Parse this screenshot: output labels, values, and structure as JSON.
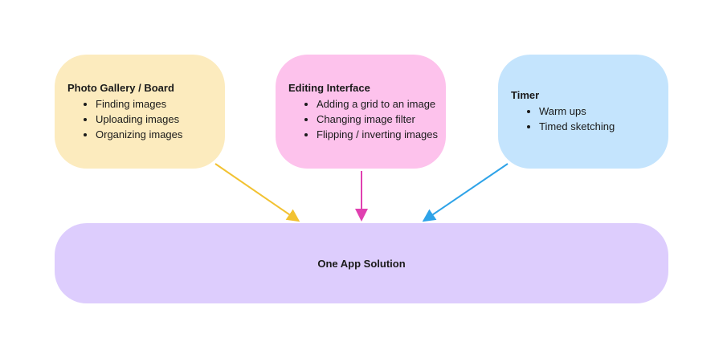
{
  "nodes": [
    {
      "title": "Photo Gallery / Board",
      "items": [
        "Finding images",
        "Uploading images",
        "Organizing images"
      ],
      "color": "#fcebbe"
    },
    {
      "title": "Editing Interface",
      "items": [
        "Adding a grid to an image",
        "Changing image filter",
        "Flipping / inverting images"
      ],
      "color": "#fdc2ec"
    },
    {
      "title": "Timer",
      "items": [
        "Warm ups",
        "Timed sketching"
      ],
      "color": "#c4e4fd"
    }
  ],
  "target": {
    "label": "One App Solution",
    "color": "#ddcdfd"
  },
  "arrow_colors": [
    "#f2c232",
    "#e040b0",
    "#2ea3e8"
  ]
}
